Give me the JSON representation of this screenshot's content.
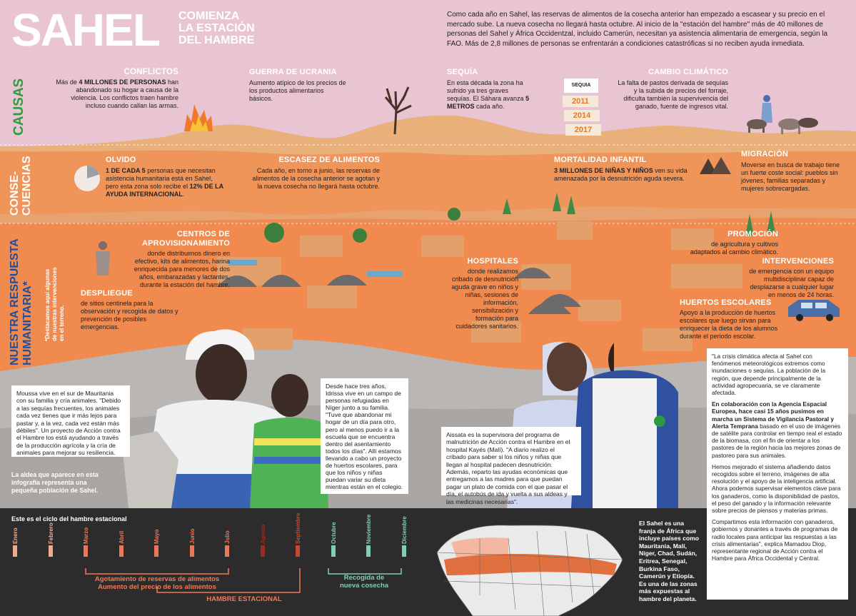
{
  "header": {
    "title": "SAHEL",
    "subtitle_1": "COMIENZA",
    "subtitle_2": "LA ESTACIÓN",
    "subtitle_3": "DEL HAMBRE",
    "intro": "Como cada año en Sahel, las reservas de alimentos de la cosecha anterior han empezado a escasear y su precio en el mercado sube. La nueva cosecha no llegará hasta octubre. Al inicio de la \"estación del hambre\" más de 40 millones de personas del Sahel y África Occidentzal, incluido Camerún, necesitan ya asistencia alimentaria de emergencia, según la FAO. Más de 2,8 millones de personas se enfrentarán a condiciones catastróficas si no reciben ayuda inmediata."
  },
  "sections": {
    "causas": "CAUSAS",
    "consecuencias_1": "CONSE-",
    "consecuencias_2": "CUENCIAS",
    "respuesta_1": "NUESTRA RESPUESTA",
    "respuesta_2": "HUMANITARIA*",
    "respuesta_note_1": "*Destacamos aquí algunas",
    "respuesta_note_2": "de nuestras intervenciones",
    "respuesta_note_3": "en el terreno."
  },
  "causes": {
    "conflictos": {
      "title": "CONFLICTOS",
      "pre": "Más de ",
      "bold": "4 MILLONES DE PERSONAS",
      "text": " han abandonado su hogar a causa de la violencia. Los conflictos traen hambre incluso cuando callan las armas."
    },
    "ucrania": {
      "title": "GUERRA DE UCRANIA",
      "text": "Aumento atípico de los precios de los productos alimentarios básicos."
    },
    "sequia": {
      "title": "SEQUÍA",
      "text": "En esta década la zona ha sufrido ya tres graves sequías. El Sáhara avanza ",
      "bold": "5 METROS",
      "post": " cada año."
    },
    "sequia_years": {
      "label": "SEQUIA",
      "y1": "2011",
      "y2": "2014",
      "y3": "2017"
    },
    "clima": {
      "title": "CAMBIO CLIMÁTICO",
      "text": "La falta de pastos derivada de sequías y la subida de precios del forraje, dificulta también la supervivencia del ganado, fuente de ingresos vital."
    }
  },
  "consequences": {
    "olvido": {
      "title": "OLVIDO",
      "bold1": "1 DE CADA 5",
      "text": " personas que necesitan asistencia humanitaria está en Sahel, pero esta zona solo recibe el ",
      "bold2": "12% DE LA AYUDA INTERNACIONAL",
      "post": "."
    },
    "escasez": {
      "title": "ESCASEZ DE ALIMENTOS",
      "text": "Cada año, en torno a junio, las reservas de alimentos de la cosecha anterior se agotan y la nueva cosecha no llegará hasta octubre."
    },
    "mortalidad": {
      "title": "MORTALIDAD INFANTIL",
      "bold": "3 MILLONES DE NIÑAS Y NIÑOS",
      "text": " ven su vida amenazada por la desnutrición aguda severa."
    },
    "migracion": {
      "title": "MIGRACIÓN",
      "text": "Moverse en busca de trabajo tiene un fuerte coste social: pueblos sin jóvenes, familias separadas y mujeres sobrecargadas."
    }
  },
  "response": {
    "centros": {
      "title_1": "CENTROS DE",
      "title_2": "APROVISIONAMIENTO",
      "text": "donde distribuimos dinero en efectivo, kits de alimentos, harina enriquecida para menores de dos años, embarazadas y lactantes, durante la estación del hambre."
    },
    "despliegue": {
      "title": "DESPLIEGUE",
      "text": "de sitios centinela para la observación y recogida de datos y prevención de posibles emergencias."
    },
    "hospitales": {
      "title": "HOSPITALES",
      "text": "donde realizamos cribado de desnutrición aguda grave en niños y niñas, sesiones de información, sensibilización y formación para cuidadores sanitarios."
    },
    "promocion": {
      "title": "PROMOCIÓN",
      "text": "de agricultura y cultivos adaptados al cambio climático."
    },
    "intervenciones": {
      "title": "INTERVENCIONES",
      "text": "de emergencia con un equipo multidisciplinar capaz de desplazarse a cualquier lugar en menos de 24 horas."
    },
    "huertos": {
      "title": "HUERTOS ESCOLARES",
      "text": "Apoyo a la producción de huertos escolares que luego sirvan para enriquecer la dieta de los alumnos durante el periodo escolar."
    }
  },
  "stories": {
    "moussa": "Moussa vive en el sur de Mauritania con su familia y cría animales. \"Debido a las sequías frecuentes, los animales cada vez tienes que ir más lejos para pastar y, a la vez, cada vez están más débiles\". Un proyecto de Acción contra el Hambre los está ayudando a través de la producción agrícola y la cría de animales para mejorar su resiliencia.",
    "aldea": "La aldea que aparece en esta infografía representa una pequeña población de Sahel.",
    "idrissa": "Desde hace tres años, Idrissa vive en un campo de personas refugiadas en Níger junto a su familia. \"Tuve que abandonar mi hogar de un día para otro, pero al menos puedo ir a la escuela que se encuentra dentro del asentamiento todos los días\". Allí estamos llevando a cabo un proyecto de huertos escolares, para que los niños y niñas puedan variar su dieta mientras están en el colegio.",
    "aissata": "Aissata es la supervisora del programa de malnutrición de Acción contra el Hambre en el hospital Kayés (Malí). \"A diario realizo el cribado para saber si los niños y niñas que llegan al hospital padecen desnutrición. Además, reparto las ayudas económicas que entregamos a las madres para que puedan pagar un plato de comida con el que pasar el día, el autobús de ida y vuelta a sus aldeas y las medicinas necesarias\".",
    "quote_1": "\"La crisis climática afecta al Sahel con fenómenos meteorológicos extremos como inundaciones o sequías. La población de la región, que depende principalmente de la actividad agropecuaria, se ve claramente afectada.",
    "quote_2_bold": "En colaboración con la Agencia Espacial Europea, hace casi 15 años pusimos en marcha un Sistema de Vigilancia Pastoral y Alerta Temprana",
    "quote_2": " basado en el uso de imágenes de satélite para controlar en tiempo real el estado de la biomasa, con el fin de orientar a los pastores de la región hacia las mejores zonas de pastoreo para sus animales.",
    "quote_3": "Hemos mejorado el sistema añadiendo datos recogidos sobre el terreno, imágenes de alta resolución y el apoyo de la inteligencia artificial. Ahora podemos supervisar elementos clave para los ganaderos, como la disponibilidad de pastos, el peso del ganado y la información relevante sobre precios de piensos y materias primas.",
    "quote_4": "Compartimos esta información con ganaderos, gobiernos y donantes a través de programas de radio locales para anticipar las respuestas a las crisis alimentarias\", explica Mamadou Diop, representante regional de Acción contra el Hambre para África Occidental y Central."
  },
  "cycle": {
    "title": "Este es el ciclo del hambre estacional",
    "months": [
      "Enero",
      "Febrero",
      "Marzo",
      "Abril",
      "Mayo",
      "Junio",
      "Julio",
      "Agosto",
      "Septiembre",
      "Octubre",
      "Noviembre",
      "Diciembre"
    ],
    "month_colors": [
      "#f0a98c",
      "#f0a98c",
      "#e8785c",
      "#e8785c",
      "#e8785c",
      "#e8785c",
      "#e8785c",
      "#9e2a22",
      "#c94632",
      "#7fcfb0",
      "#7fcfb0",
      "#7fcfb0"
    ],
    "label_1": "Agotamiento de reservas de alimentos",
    "label_2": "Aumento del precio de los alimentos",
    "label_3": "HAMBRE ESTACIONAL",
    "label_4": "Recogida de",
    "label_5": "nueva cosecha"
  },
  "map": {
    "text": "El Sahel es una franja de África que incluye países como Mauritania, Malí, Níger, Chad, Sudán, Eritrea, Senegal, Burkina Faso, Camerún y Etiopía. Es una de las zonas más expuestas al hambre del planeta."
  },
  "colors": {
    "pink": "#e9c5d4",
    "sand": "#e9b07a",
    "orange": "#f08a4e",
    "dark": "#2c2c2c",
    "green": "#2f9a3a",
    "blue": "#1f4f9c"
  }
}
